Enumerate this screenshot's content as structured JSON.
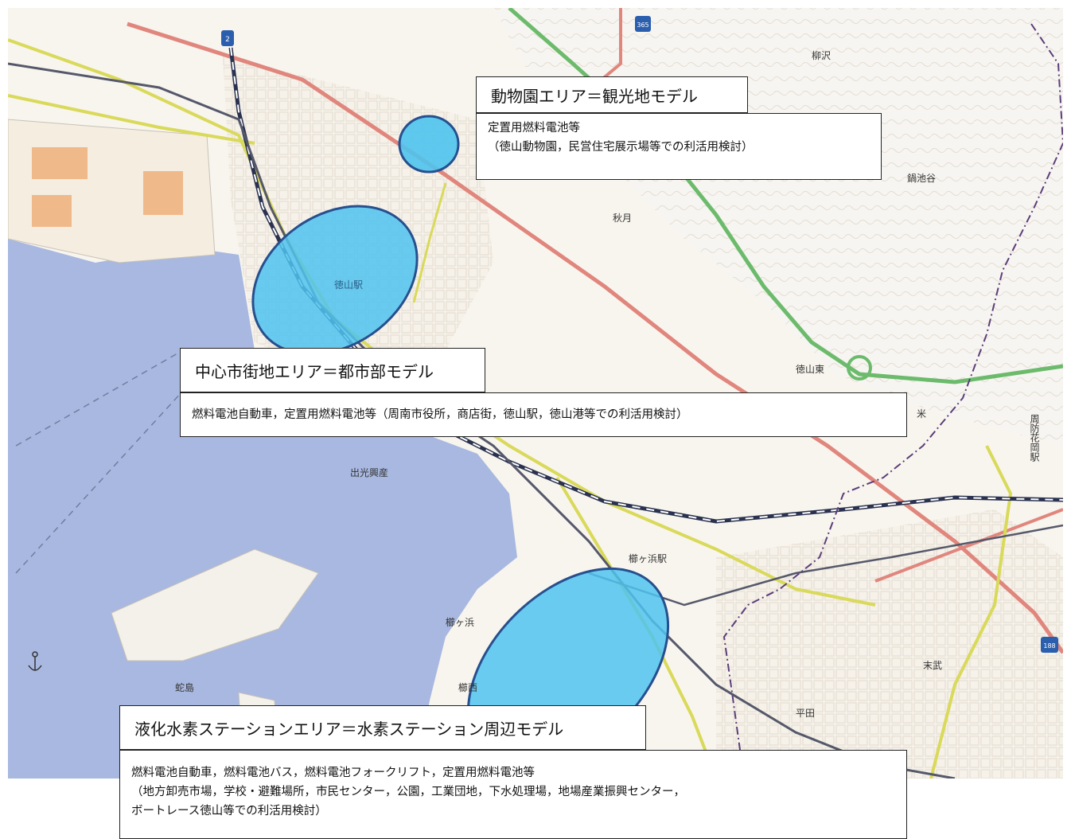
{
  "map": {
    "place_names": {
      "yanagisawa": "柳沢",
      "kamiike": "鍋池谷",
      "akitsuki": "秋月",
      "tokuyama_station_map": "徳山駅",
      "tokuyama_higashi": "徳山東",
      "yone": "米",
      "kushigahama_station": "櫛ヶ浜駅",
      "kushigahama": "櫛ヶ浜",
      "demizaki": "出光興産",
      "koujima": "蛇島",
      "suetake": "末武",
      "heida": "平田",
      "suo_hanaoka_station": "周防花岡駅",
      "kushinishi": "櫛西"
    },
    "route_shields": [
      "2",
      "365",
      "188"
    ]
  },
  "areas": {
    "zoo": {
      "title": "動物園エリア＝観光地モデル",
      "lines": [
        "定置用燃料電池等",
        "（徳山動物園，民営住宅展示場等での利活用検討）"
      ]
    },
    "downtown": {
      "title": "中心市街地エリア＝都市部モデル",
      "lines": [
        "燃料電池自動車，定置用燃料電池等（周南市役所，商店街，徳山駅，徳山港等での利活用検討）"
      ]
    },
    "hydrogen_station": {
      "title": "液化水素ステーションエリア＝水素ステーション周辺モデル",
      "lines": [
        "燃料電池自動車，燃料電池バス，燃料電池フォークリフト，定置用燃料電池等",
        "（地方卸売市場，学校・避難場所，市民センター，公園，工業団地，下水処理場，地場産業振興センター，",
        "ボートレース徳山等での利活用検討）"
      ]
    }
  },
  "colors": {
    "sea": "#a8b8e0",
    "land": "#f8f5ee",
    "highlight_fill": "#4fc3ee",
    "highlight_stroke": "#274f8e",
    "national_road": "#e0867d",
    "prefectural_road": "#d9d95a",
    "expressway": "#6cbb6c",
    "railway": "#2a3250",
    "boundary": "#5b3d7a"
  }
}
